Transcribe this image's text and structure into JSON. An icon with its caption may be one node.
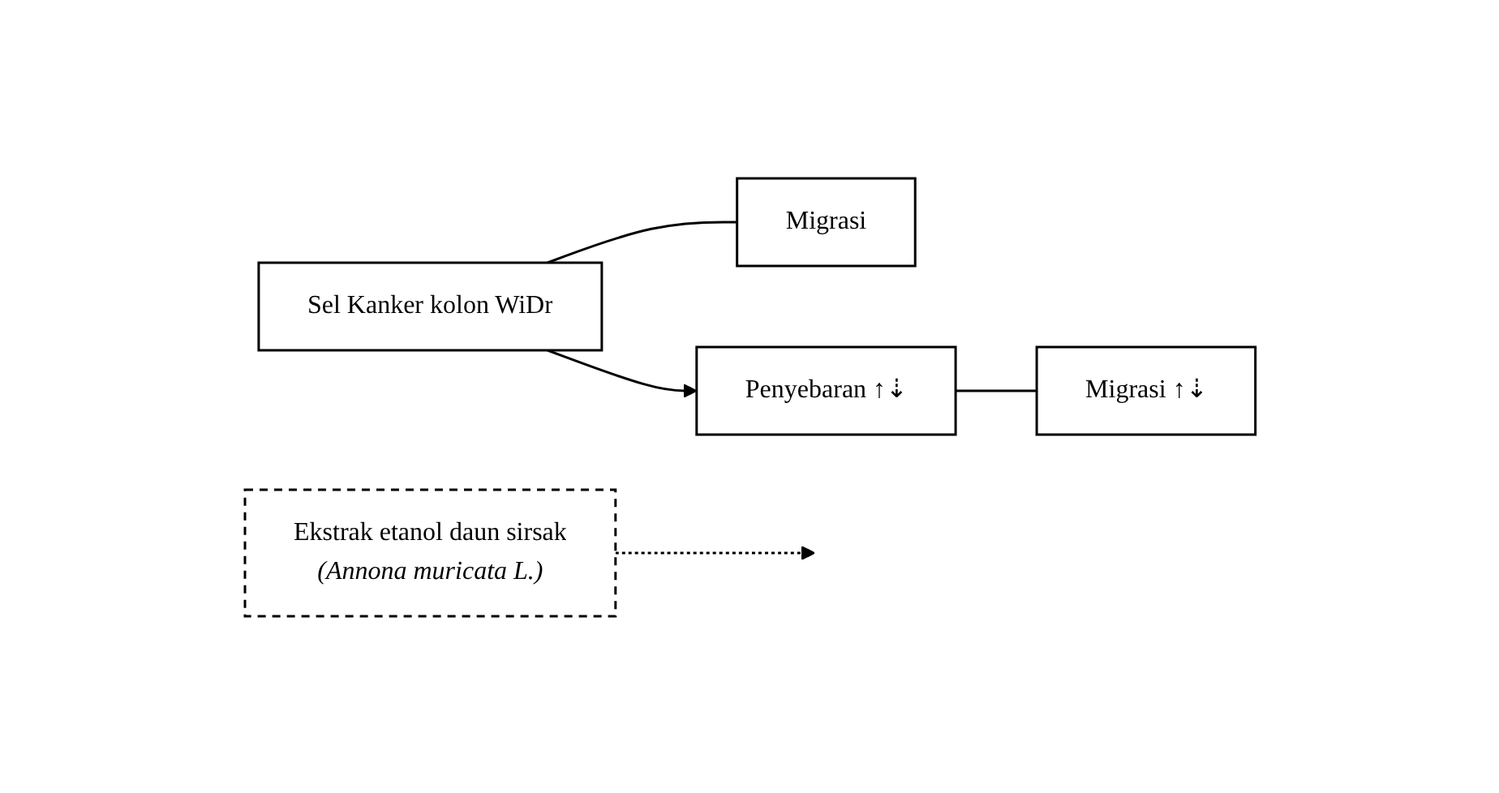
{
  "diagram": {
    "nodes": [
      {
        "text": [
          "Sel Kanker kolon WiDr"
        ]
      },
      {
        "text": [
          "Migrasi"
        ]
      },
      {
        "text": [
          "Penyebaran ↑⇣"
        ]
      },
      {
        "text": [
          "Migrasi ↑⇣"
        ]
      },
      {
        "text": [
          "Ekstrak etanol daun sirsak",
          "(Annona muricata L.)"
        ]
      }
    ],
    "edges": [
      {
        "from": 0,
        "to": 1,
        "arrow": "none"
      },
      {
        "from": 0,
        "to": 2,
        "arrow": "to"
      },
      {
        "from": 2,
        "to": 3,
        "arrow": "none"
      },
      {
        "from": 4,
        "to": null,
        "arrow": "to",
        "style": "dashed"
      }
    ]
  }
}
